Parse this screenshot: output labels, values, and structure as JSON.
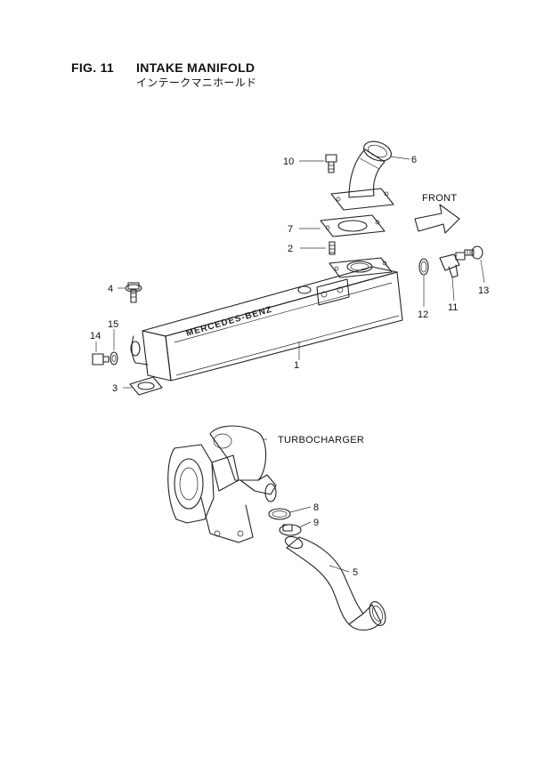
{
  "figure": {
    "number": "FIG. 11",
    "title": "INTAKE MANIFOLD",
    "subtitle": "インテークマニホールド"
  },
  "labels": {
    "front": "FRONT",
    "turbocharger": "TURBOCHARGER",
    "manifold_brand": "MERCEDES-BENZ"
  },
  "callouts": {
    "p1": "1",
    "p2": "2",
    "p3": "3",
    "p4": "4",
    "p5": "5",
    "p6": "6",
    "p7": "7",
    "p8": "8",
    "p9": "9",
    "p10": "10",
    "p11": "11",
    "p12": "12",
    "p13": "13",
    "p14": "14",
    "p15": "15"
  }
}
